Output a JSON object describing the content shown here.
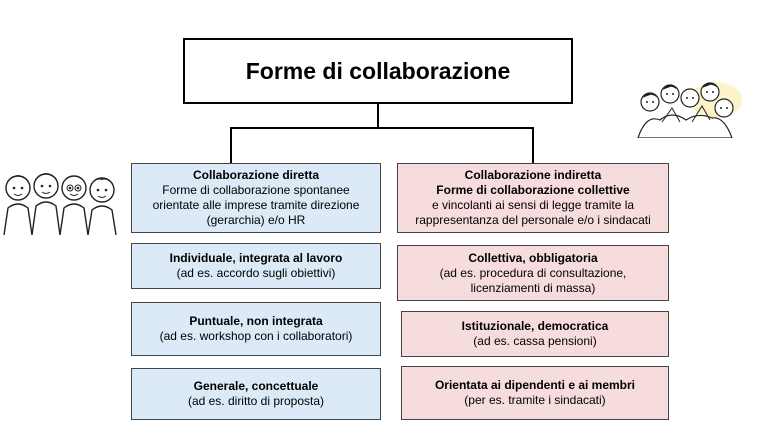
{
  "title": "Forme di collaborazione",
  "left": [
    {
      "bold": [
        "Collaborazione diretta"
      ],
      "lines": [
        "Forme di collaborazione spontanee",
        "orientate alle imprese tramite direzione",
        "(gerarchia) e/o HR"
      ]
    },
    {
      "bold": [
        "Individuale, integrata al lavoro"
      ],
      "lines": [
        "(ad es. accordo sugli obiettivi)"
      ]
    },
    {
      "bold": [
        "Puntuale, non integrata"
      ],
      "lines": [
        "(ad es. workshop con i collaboratori)"
      ]
    },
    {
      "bold": [
        "Generale, concettuale"
      ],
      "lines": [
        "(ad es. diritto di proposta)"
      ]
    }
  ],
  "right": [
    {
      "bold": [
        "Collaborazione indiretta",
        "Forme di collaborazione collettive"
      ],
      "lines": [
        "e vincolanti ai sensi di legge tramite la",
        "rappresentanza del personale e/o i sindacati"
      ]
    },
    {
      "bold": [
        "Collettiva, obbligatoria"
      ],
      "lines": [
        "(ad es. procedura di consultazione,",
        "licenziamenti di massa)"
      ]
    },
    {
      "bold": [
        "Istituzionale, democratica"
      ],
      "lines": [
        "(ad es. cassa pensioni)"
      ]
    },
    {
      "bold": [
        "Orientata ai dipendenti e ai membri"
      ],
      "lines": [
        "(per es. tramite i sindacati)"
      ]
    }
  ]
}
